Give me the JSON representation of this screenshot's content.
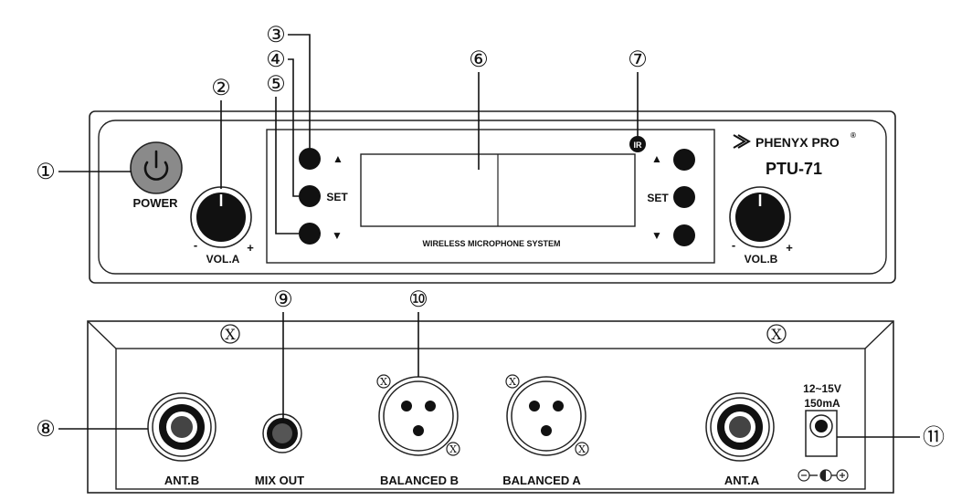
{
  "front_panel": {
    "brand": "PHENYX PRO",
    "brand_mark": "®",
    "model": "PTU-71",
    "power_label": "POWER",
    "vol_a_label": "VOL.A",
    "vol_b_label": "VOL.B",
    "minus": "-",
    "plus": "+",
    "set_label": "SET",
    "up_arrow": "▲",
    "down_arrow": "▼",
    "system_text": "WIRELESS MICROPHONE SYSTEM",
    "ir_label": "IR"
  },
  "rear_panel": {
    "ant_b": "ANT.B",
    "mix_out": "MIX OUT",
    "balanced_b": "BALANCED B",
    "balanced_a": "BALANCED A",
    "ant_a": "ANT.A",
    "dc_voltage": "12~15V",
    "dc_current": "150mA",
    "screw_mark": "X"
  },
  "callouts": {
    "n1": "①",
    "n2": "②",
    "n3": "③",
    "n4": "④",
    "n5": "⑤",
    "n6": "⑥",
    "n7": "⑦",
    "n8": "⑧",
    "n9": "⑨",
    "n10": "⑩",
    "n11": "⑪"
  },
  "icons": {
    "power": "power-icon",
    "screw": "screw-icon",
    "polarity": "dc-polarity-icon"
  }
}
